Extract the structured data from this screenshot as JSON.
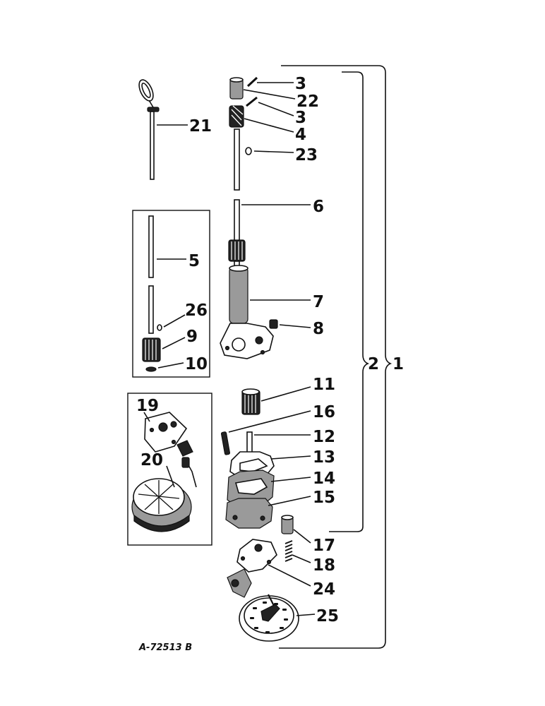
{
  "diagram": {
    "drawing_number": "A-72513 B",
    "colors": {
      "ink": "#111111",
      "paper": "#ffffff",
      "shade": "#9a9a9a"
    },
    "callouts": {
      "c3a": "3",
      "c22": "22",
      "c3b": "3",
      "c4": "4",
      "c23": "23",
      "c21": "21",
      "c6": "6",
      "c5": "5",
      "c7": "7",
      "c26": "26",
      "c8": "8",
      "c9": "9",
      "c10": "10",
      "c2": "2",
      "c1": "1",
      "c11": "11",
      "c19": "19",
      "c16": "16",
      "c12": "12",
      "c20": "20",
      "c13": "13",
      "c14": "14",
      "c15": "15",
      "c17": "17",
      "c18": "18",
      "c24": "24",
      "c25": "25"
    }
  }
}
